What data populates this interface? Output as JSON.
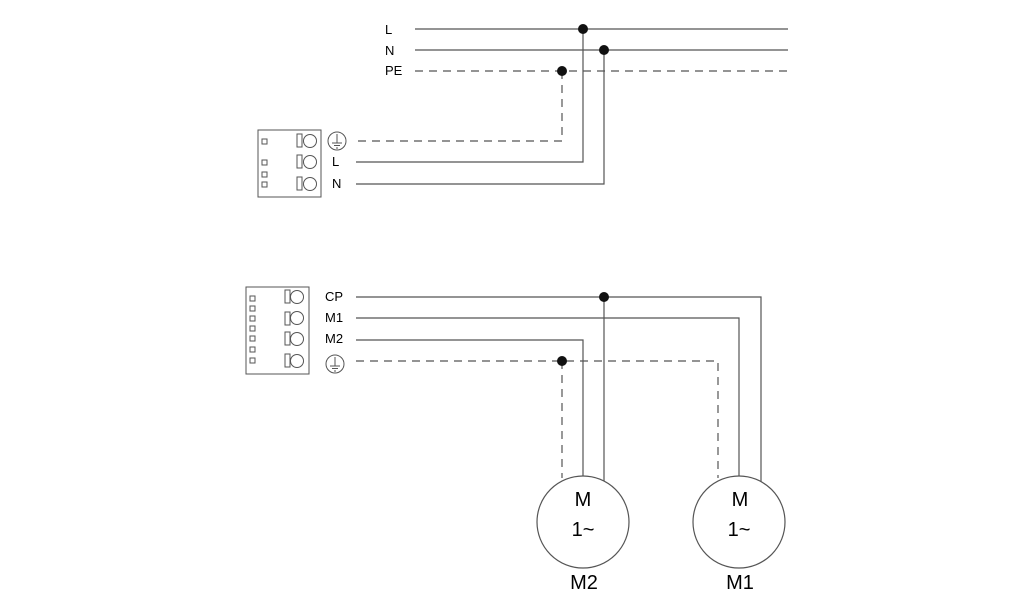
{
  "supply": {
    "line_labels": [
      "L",
      "N",
      "PE"
    ],
    "terminal_labels": [
      "L",
      "N"
    ],
    "earth_icon": "earth-ground-icon"
  },
  "motor_terminal": {
    "labels": [
      "CP",
      "M1",
      "M2"
    ],
    "earth_icon": "earth-ground-icon"
  },
  "motors": [
    {
      "symbol": "M",
      "phase": "1~",
      "name": "M2"
    },
    {
      "symbol": "M",
      "phase": "1~",
      "name": "M1"
    }
  ]
}
